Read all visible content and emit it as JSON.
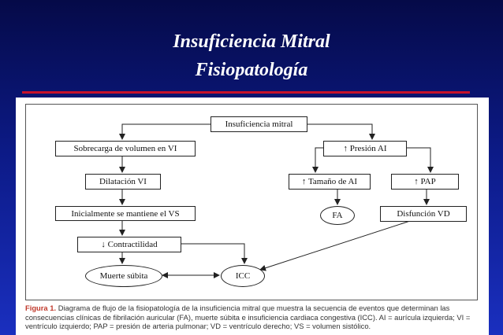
{
  "slide": {
    "title_line1": "Insuficiencia Mitral",
    "title_line2": "Fisiopatología"
  },
  "diagram": {
    "nodes": {
      "im": "Insuficiencia mitral",
      "sobrecarga": "Sobrecarga de volumen en VI",
      "dilatacion": "Dilatación VI",
      "mantiene": "Inicialmente se mantiene el VS",
      "contractilidad": "↓ Contractilidad",
      "muerte": "Muerte súbita",
      "icc": "ICC",
      "presion": "↑ Presión AI",
      "tamano": "↑ Tamaño de AI",
      "pap": "↑ PAP",
      "fa": "FA",
      "disfuncion": "Disfunción VD"
    }
  },
  "caption": {
    "label": "Figura 1.",
    "text": "Diagrama de flujo de la fisiopatología de la insuficiencia mitral que muestra la secuencia de eventos que determinan las consecuencias clínicas de fibrilación auricular (FA), muerte súbita e insuficiencia cardiaca congestiva (ICC). AI = aurícula izquierda; VI = ventrículo izquierdo; PAP = presión de arteria pulmonar; VD = ventrículo derecho; VS = volumen sistólico."
  }
}
